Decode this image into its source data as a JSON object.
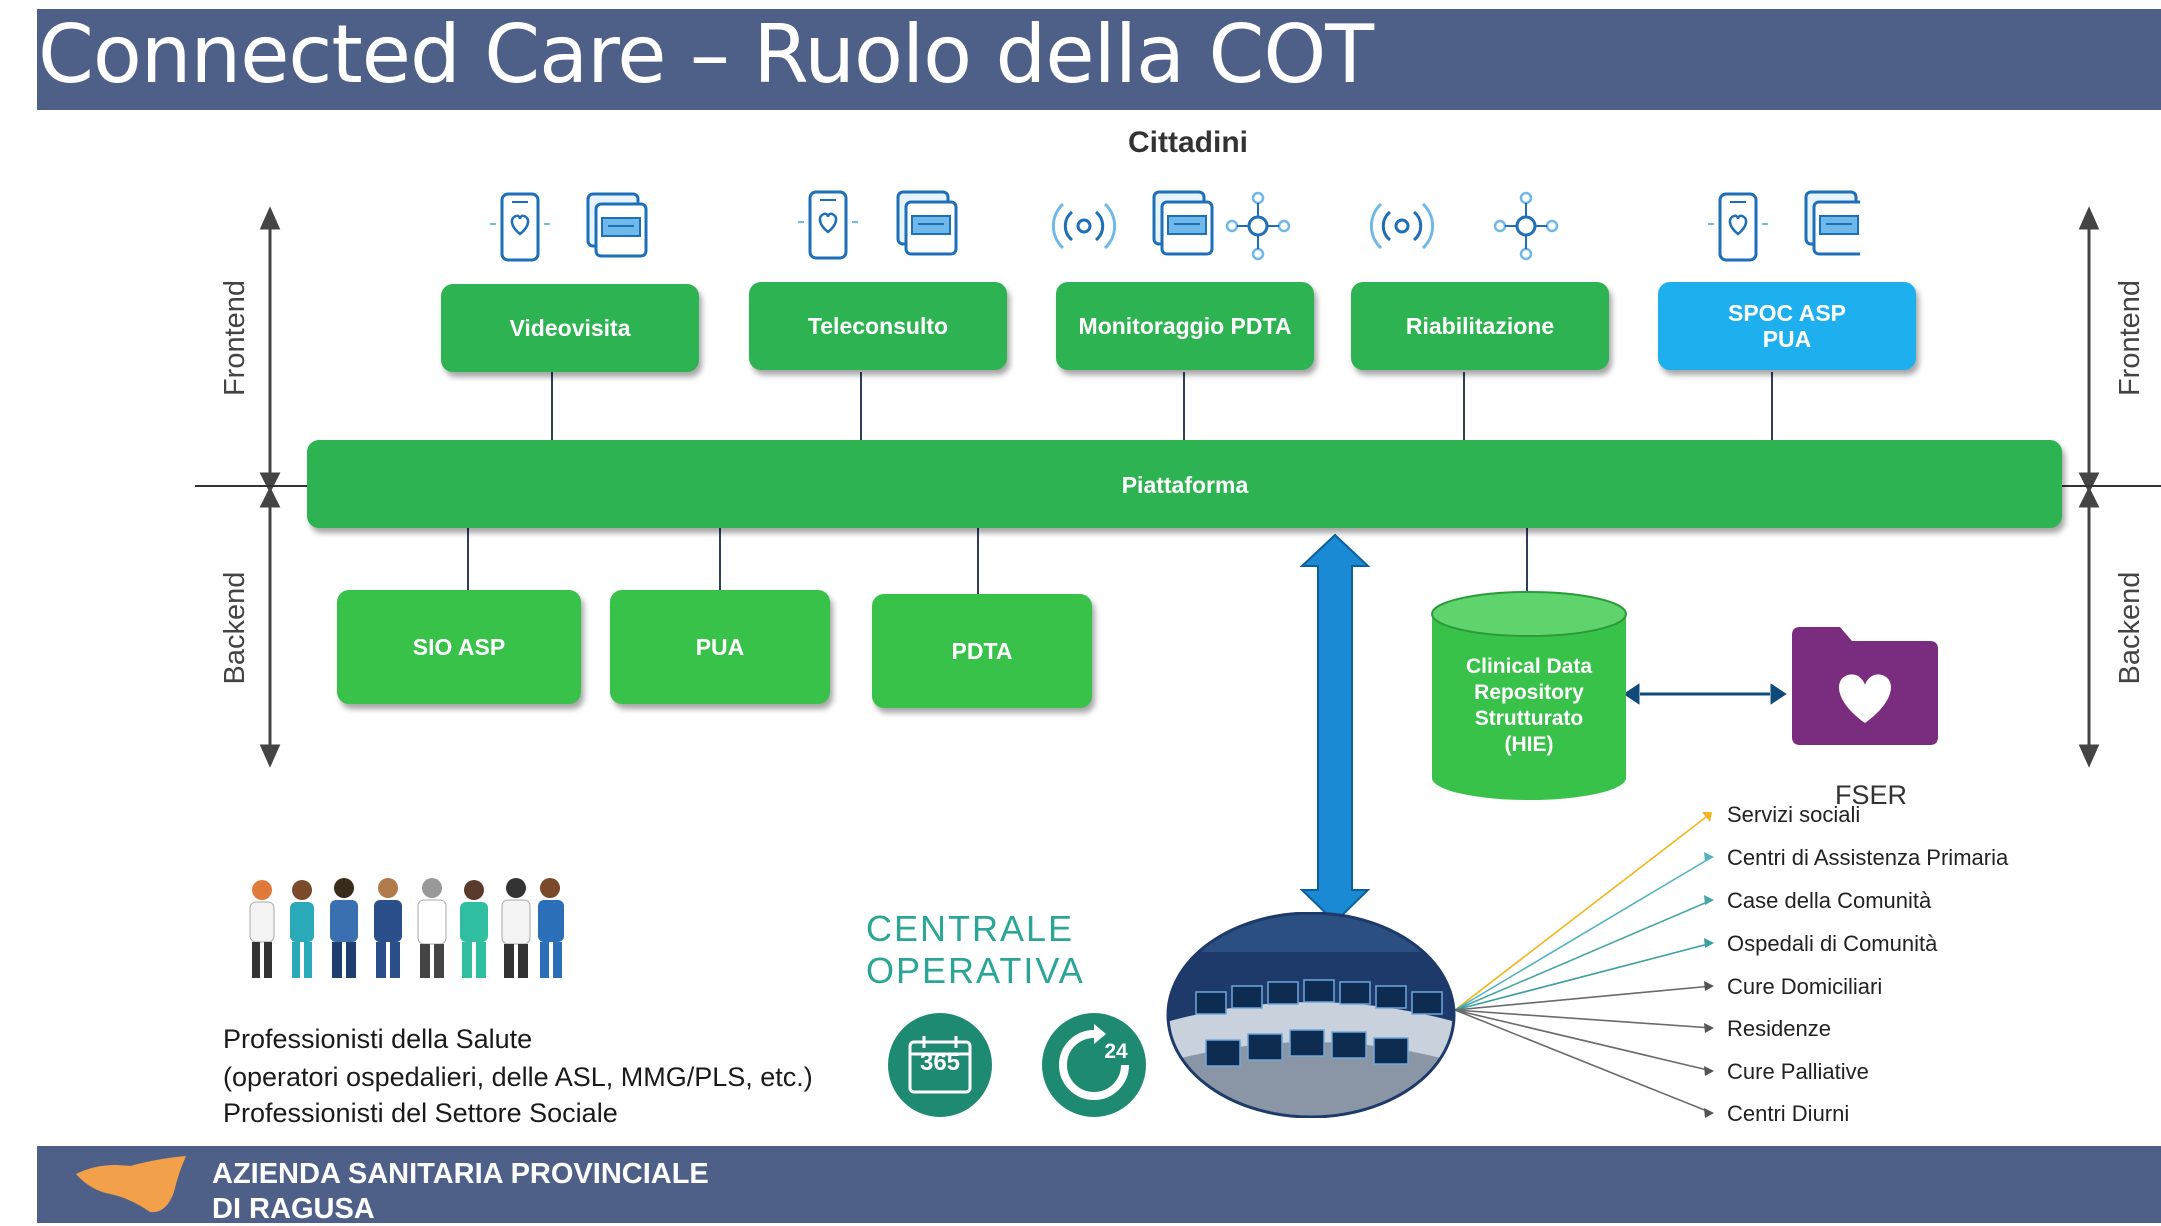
{
  "title": "Connected Care – Ruolo della COT",
  "cittadini": "Cittadini",
  "side_labels": {
    "frontend": "Frontend",
    "backend": "Backend"
  },
  "frontend_services": [
    {
      "label": "Videovisita",
      "color": "#2db352"
    },
    {
      "label": "Teleconsulto",
      "color": "#2db352"
    },
    {
      "label": "Monitoraggio PDTA",
      "color": "#2db352"
    },
    {
      "label": "Riabilitazione",
      "color": "#2db352"
    },
    {
      "label_line1": "SPOC ASP",
      "label_line2": "PUA",
      "color": "#1eb0ee"
    }
  ],
  "platform": "Piattaforma",
  "backend_systems": [
    "SIO ASP",
    "PUA",
    "PDTA"
  ],
  "cdr": {
    "line1": "Clinical Data",
    "line2": "Repository",
    "line3": "Strutturato",
    "line4": "(HIE)"
  },
  "fser": "FSER",
  "centrale": {
    "line1": "CENTRALE",
    "line2": "OPERATIVA",
    "badge_365": "365",
    "badge_24": "24"
  },
  "professionals": {
    "line1": "Professionisti della Salute",
    "line2": "(operatori ospedalieri, delle ASL, MMG/PLS, etc.)",
    "line3": "Professionisti del Settore Sociale"
  },
  "services_list": [
    "Servizi sociali",
    "Centri di Assistenza Primaria",
    "Case della Comunità",
    "Ospedali di Comunità",
    "Cure Domiciliari",
    "Residenze",
    "Cure Palliative",
    "Centri Diurni"
  ],
  "footer": {
    "line1": "AZIENDA SANITARIA PROVINCIALE",
    "line2": "DI RAGUSA"
  },
  "colors": {
    "header": "#4f6088",
    "green": "#2db352",
    "blue_box": "#1eb0ee",
    "arrow_blue": "#1a8ad4",
    "folder": "#7a2c7f",
    "teal": "#1f8a72"
  }
}
